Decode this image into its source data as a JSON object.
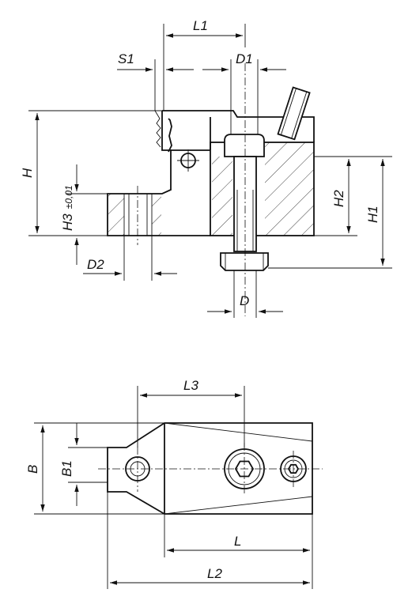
{
  "labels": {
    "L1": "L1",
    "S1": "S1",
    "D1": "D1",
    "H": "H",
    "H3": "H3",
    "H3_tol": "±0,01",
    "H2": "H2",
    "H1": "H1",
    "D2": "D2",
    "D": "D",
    "L3": "L3",
    "B": "B",
    "B1": "B1",
    "L": "L",
    "L2": "L2"
  },
  "colors": {
    "line": "#111111",
    "background": "#ffffff"
  }
}
